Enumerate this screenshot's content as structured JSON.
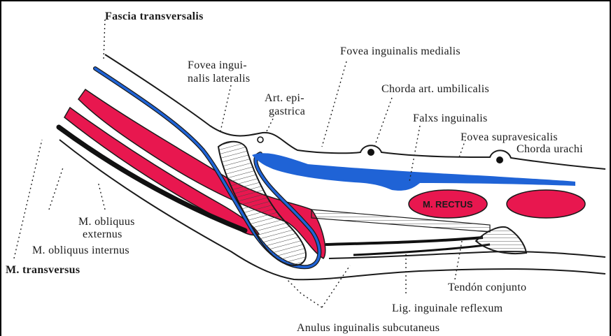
{
  "labels": {
    "fascia_transversalis": "Fascia transversalis",
    "fovea_lateralis_1": "Fovea ingui-",
    "fovea_lateralis_2": "nalis lateralis",
    "art_epigastrica_1": "Art. epi-",
    "art_epigastrica_2": "gastrica",
    "fovea_medialis": "Fovea inguinalis medialis",
    "chorda_umbilicalis": "Chorda art. umbilicalis",
    "falxs_inguinalis": "Falxs inguinalis",
    "fovea_supravesicalis": "Fovea supravesicalis",
    "chorda_urachi": "Chorda urachi",
    "m_rectus": "M. RECTUS",
    "obliquus_externus_1": "M. obliquus",
    "obliquus_externus_2": "externus",
    "obliquus_internus": "M. obliquus internus",
    "transversus": "M. transversus",
    "tendon_conjunto": "Tendón conjunto",
    "lig_reflexum": "Lig. inguinale reflexum",
    "anulus_subcutaneus": "Anulus inguinalis subcutaneus"
  },
  "colors": {
    "muscle_red": "#e8174f",
    "fascia_blue": "#1f63d6",
    "ink": "#1a1a1a",
    "hatch_gray": "#bdbdbd"
  }
}
